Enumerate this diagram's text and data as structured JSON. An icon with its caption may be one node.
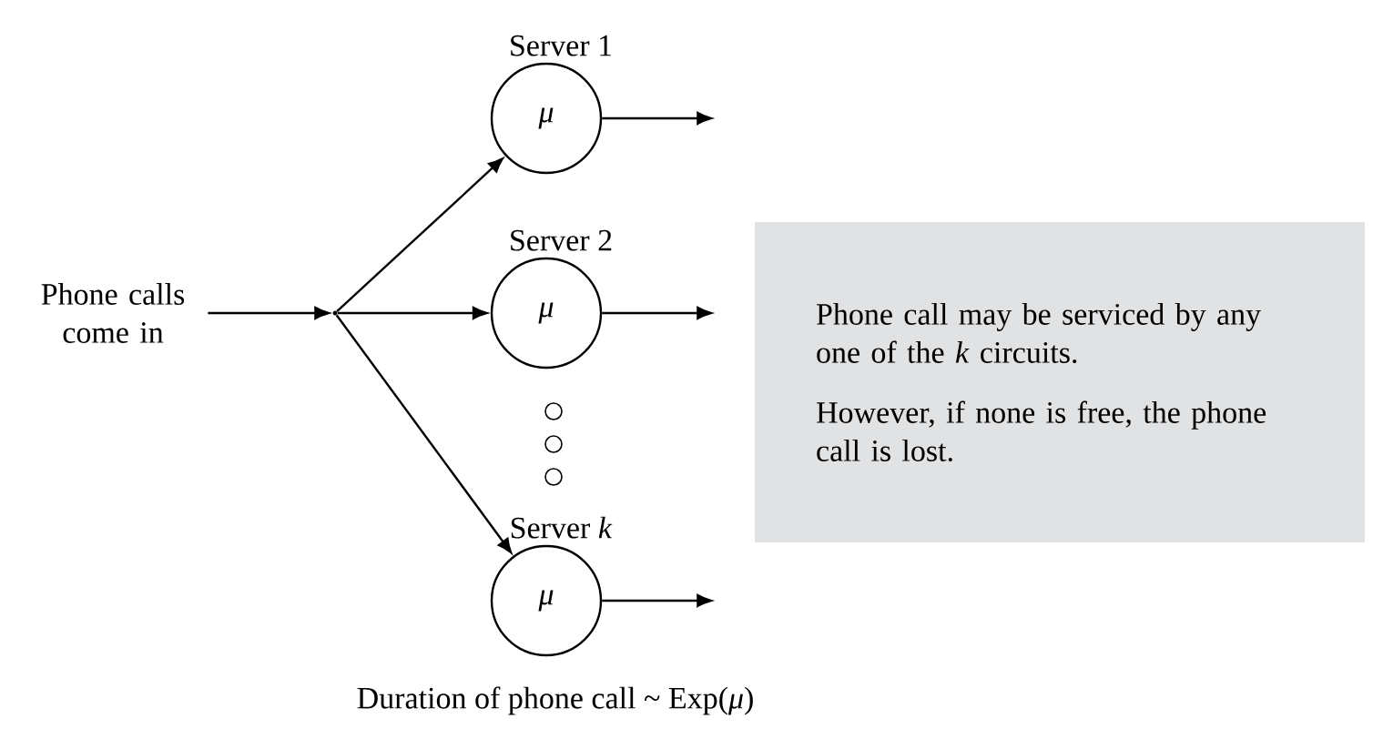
{
  "diagram": {
    "nodes": [
      {
        "text": [
          "Phone calls come in"
        ]
      },
      {
        "text": [],
        "shape": "point"
      },
      {
        "text": [
          "Server 1",
          "μ"
        ]
      },
      {
        "text": [
          "Server 2",
          "μ"
        ]
      },
      {
        "text": [
          "Server *k*",
          "μ"
        ]
      },
      {
        "text": [
          "Phone call may be serviced by any one of the *k* circuits.",
          "However, if none is free, the phone call is lost."
        ]
      }
    ],
    "edges": [
      {
        "from": 0,
        "to": 1,
        "arrow": "to"
      },
      {
        "from": 1,
        "to": 2,
        "arrow": "to"
      },
      {
        "from": 1,
        "to": 3,
        "arrow": "to"
      },
      {
        "from": 1,
        "to": 4,
        "arrow": "to"
      },
      {
        "from": 2,
        "to": null,
        "arrow": "to"
      },
      {
        "from": 3,
        "to": null,
        "arrow": "to"
      },
      {
        "from": 4,
        "to": null,
        "arrow": "to"
      }
    ],
    "labels": [
      "Duration of phone call ~ Exp(*μ*)"
    ]
  }
}
